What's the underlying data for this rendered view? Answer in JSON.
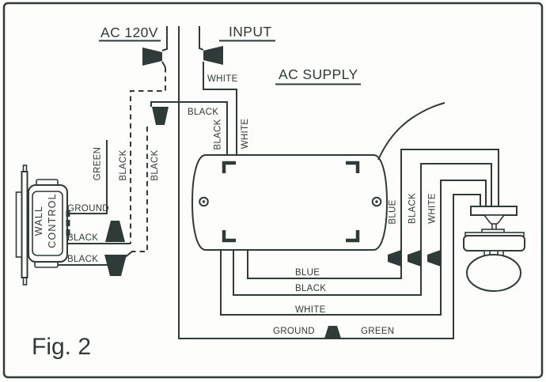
{
  "figure": {
    "caption": "Fig. 2"
  },
  "colors": {
    "ink": "#2e3b39",
    "paper": "#fdfdfc"
  },
  "supply": {
    "voltage": "AC 120V",
    "input": "INPUT",
    "title": "AC SUPPLY",
    "white": "WHITE",
    "black": "BLACK"
  },
  "receiver": {
    "lead_black": "BLACK",
    "lead_white": "WHITE",
    "out_blue": "BLUE",
    "out_black": "BLACK",
    "out_white": "WHITE"
  },
  "wall_control": {
    "line1": "WALL",
    "line2": "CONTROL",
    "ground": "GROUND",
    "black_top": "BLACK",
    "black_bottom": "BLACK",
    "green_riser": "GREEN",
    "black_riser_1": "BLACK",
    "black_riser_2": "BLACK"
  },
  "fan": {
    "riser_blue": "BLUE",
    "riser_black": "BLACK",
    "riser_white": "WHITE"
  },
  "ground_run": {
    "ground": "GROUND",
    "green": "GREEN"
  }
}
